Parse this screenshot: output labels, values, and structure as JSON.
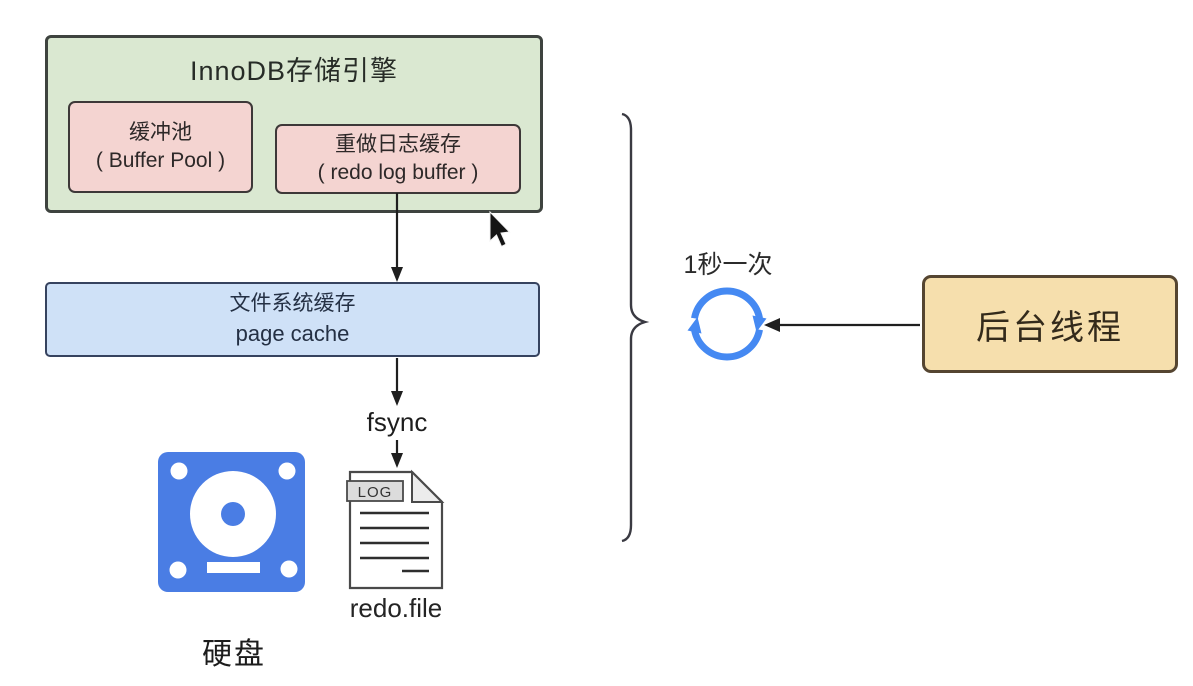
{
  "colors": {
    "innodb_box_fill": "#dae8d1",
    "buffer_box_fill": "#f4d4d1",
    "page_cache_fill": "#cfe1f7",
    "background_thread_fill": "#f6dfad",
    "disk_icon_blue": "#4a7de4",
    "refresh_icon_blue": "#4589f2",
    "arrow_dark": "#1f1f1f"
  },
  "innodb_engine": {
    "title": "InnoDB存储引擎",
    "buffer_pool": {
      "title_cn": "缓冲池",
      "title_en": "( Buffer Pool )"
    },
    "redo_log_buffer": {
      "title_cn": "重做日志缓存",
      "title_en": "( redo log buffer )"
    }
  },
  "page_cache": {
    "title_cn": "文件系统缓存",
    "title_en": "page cache"
  },
  "labels": {
    "fsync": "fsync",
    "log_tab": "LOG",
    "redo_file": "redo.file",
    "disk": "硬盘",
    "interval": "1秒一次",
    "background_thread": "后台线程"
  }
}
